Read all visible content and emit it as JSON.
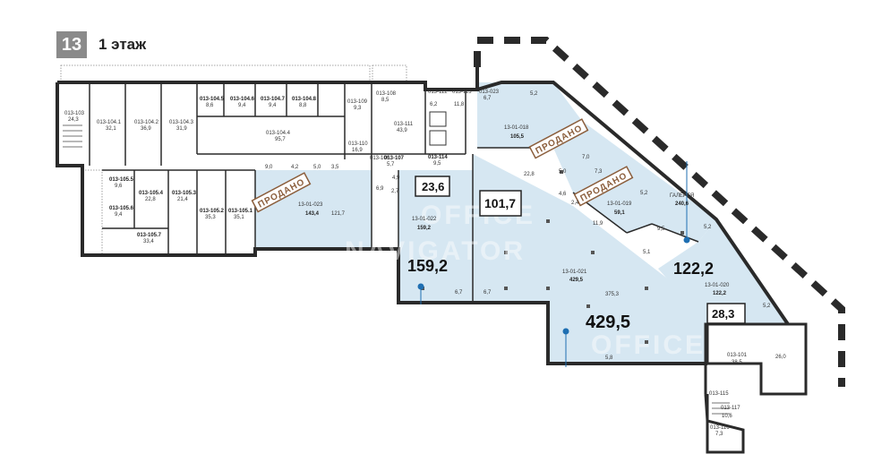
{
  "floor": {
    "number": "13",
    "title": "1 этаж"
  },
  "highlighted_areas": [
    {
      "id": "area-23-6",
      "label": "23,6",
      "boxed": true
    },
    {
      "id": "area-101-7",
      "label": "101,7",
      "boxed": true
    },
    {
      "id": "area-159-2",
      "label": "159,2",
      "boxed": false
    },
    {
      "id": "area-122-2",
      "label": "122,2",
      "boxed": false
    },
    {
      "id": "area-429-5",
      "label": "429,5",
      "boxed": false
    },
    {
      "id": "area-28-3",
      "label": "28,3",
      "boxed": true
    }
  ],
  "sold_label": "ПРОДАНО",
  "gallery": {
    "label": "ГАЛЕРЕЯ",
    "area": "240,6"
  },
  "watermark": {
    "line1": "OFFICE",
    "line2": "NAVIGATOR"
  },
  "rooms": [
    {
      "id": "013-103",
      "area": "24,3"
    },
    {
      "id": "013-104.1",
      "area": "32,1"
    },
    {
      "id": "013-104.2",
      "area": "36,9"
    },
    {
      "id": "013-104.3",
      "area": "31,9"
    },
    {
      "id": "013-104.5",
      "area": "8,6"
    },
    {
      "id": "013-104.6",
      "area": "9,4"
    },
    {
      "id": "013-104.7",
      "area": "9,4"
    },
    {
      "id": "013-104.8",
      "area": "8,8"
    },
    {
      "id": "013-104.4",
      "area": "95,7"
    },
    {
      "id": "013-109",
      "area": "9,3"
    },
    {
      "id": "013-108",
      "area": "8,5"
    },
    {
      "id": "013-112",
      "area": "6,2"
    },
    {
      "id": "013-113",
      "area": "11,8"
    },
    {
      "id": "013-023",
      "area": "6,7"
    },
    {
      "id": "013-111",
      "area": "43,9"
    },
    {
      "id": "013-110",
      "area": "16,9"
    },
    {
      "id": "013-107",
      "area": "5,7"
    },
    {
      "id": "013-106",
      "area": "4,9"
    },
    {
      "id": "013-114",
      "area": "9,5"
    },
    {
      "id": "013-105.5",
      "area": "9,6"
    },
    {
      "id": "013-105.4",
      "area": "22,8"
    },
    {
      "id": "013-105.3",
      "area": "21,4"
    },
    {
      "id": "013-105.6",
      "area": "9,4"
    },
    {
      "id": "013-105.7",
      "area": "33,4"
    },
    {
      "id": "013-105.2",
      "area": "35,3"
    },
    {
      "id": "013-105.1",
      "area": "35,1"
    },
    {
      "id": "13-01-023",
      "area": "143,4"
    },
    {
      "id": "13-01-022",
      "area": "159,2"
    },
    {
      "id": "13-01-021",
      "area": "429,5"
    },
    {
      "id": "13-01-018",
      "area": "105,5"
    },
    {
      "id": "13-01-019",
      "area": "59,1"
    },
    {
      "id": "13-01-020",
      "area": "122,2"
    },
    {
      "id": "013-101",
      "area": "38,5"
    },
    {
      "id": "013-115",
      "area": ""
    },
    {
      "id": "013-117",
      "area": "10,6"
    },
    {
      "id": "013-116",
      "area": "7,3"
    }
  ],
  "small_values": {
    "v9_0": "9,0",
    "v4_2": "4,2",
    "v5_0": "5,0",
    "v3_5": "3,5",
    "v121_7": "121,7",
    "v6_9": "6,9",
    "v2_7": "2,7",
    "v6_7a": "6,7",
    "v6_7b": "6,7",
    "v375_3": "375,3",
    "v5_8": "5,8",
    "v22_8": "22,8",
    "v5_2a": "5,2",
    "v7_0": "7,0",
    "v7_3": "7,3",
    "v5_0b": "5,0",
    "v4_6": "4,6",
    "v2_4": "2,4",
    "v11_9": "11,9",
    "v5_2b": "5,2",
    "v9_5": "9,5",
    "v5_1": "5,1",
    "v5_2c": "5,2",
    "v5_2d": "5,2",
    "v26_0": "26,0"
  },
  "colors": {
    "highlight": "#d6e7f2",
    "wall": "#2a2a2a",
    "sold": "#8b5e3c",
    "marker": "#1f6fb2"
  }
}
